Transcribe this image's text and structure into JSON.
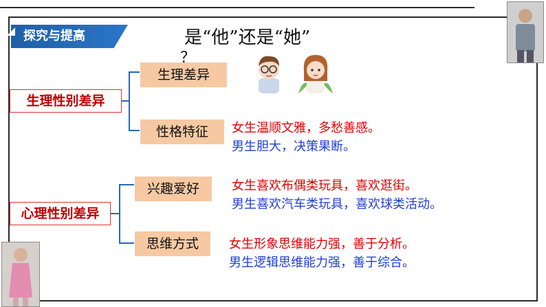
{
  "header": {
    "badge": "探究与提高"
  },
  "question": {
    "line1": "是“他”还是“她”",
    "line2": "？"
  },
  "categories": {
    "physical": "生理性别差异",
    "psychological": "心理性别差异"
  },
  "subtopics": {
    "body": "生理差异",
    "personality": "性格特征",
    "interests": "兴趣爱好",
    "thinking": "思维方式"
  },
  "statements": {
    "personality_female": "女生温顺文雅，多愁善感。",
    "personality_male": "男生胆大，决策果断。",
    "interests_female": "女生喜欢布偶类玩具，喜欢逛街。",
    "interests_male": "男生喜欢汽车类玩具，喜欢球类活动。",
    "thinking_female": "女生形象思维能力强，善于分析。",
    "thinking_male": "男生逻辑思维能力强，善于综合。"
  },
  "colors": {
    "accent": "#1f5fa8",
    "female_text": "#e00000",
    "male_text": "#1f3fd6",
    "box": "#f6c9a3"
  }
}
